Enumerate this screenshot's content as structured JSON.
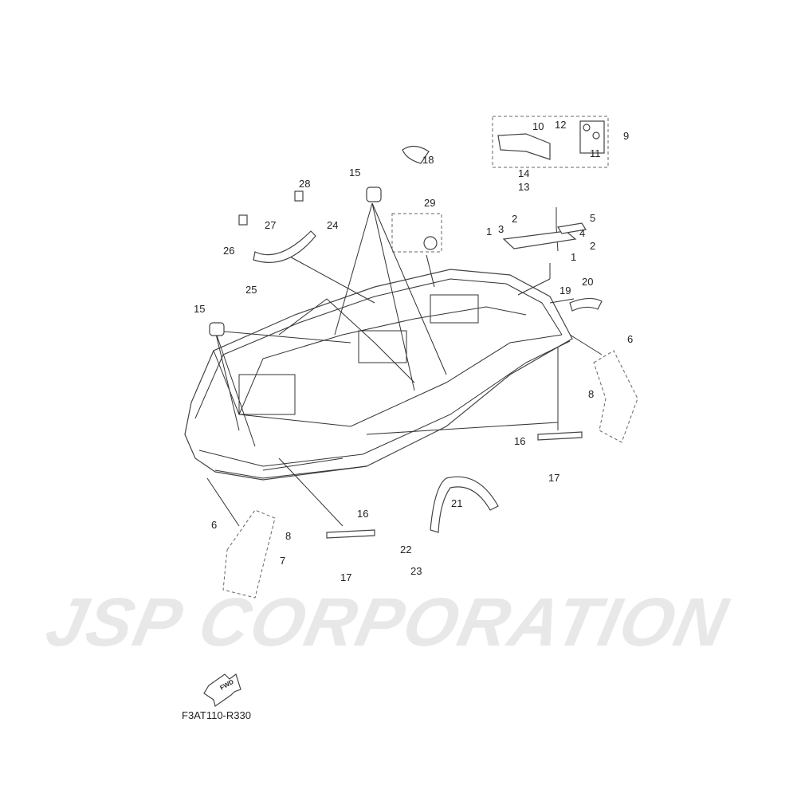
{
  "watermark": "JSP CORPORATION",
  "diagram_code": "F3AT110-R330",
  "fwd_label": "FWD",
  "callouts": [
    "18",
    "10",
    "12",
    "9",
    "11",
    "14",
    "13",
    "15",
    "28",
    "29",
    "27",
    "24",
    "2",
    "5",
    "3",
    "1",
    "4",
    "2",
    "1",
    "26",
    "25",
    "19",
    "20",
    "15",
    "6",
    "8",
    "16",
    "17",
    "21",
    "16",
    "6",
    "8",
    "7",
    "22",
    "23",
    "17"
  ]
}
